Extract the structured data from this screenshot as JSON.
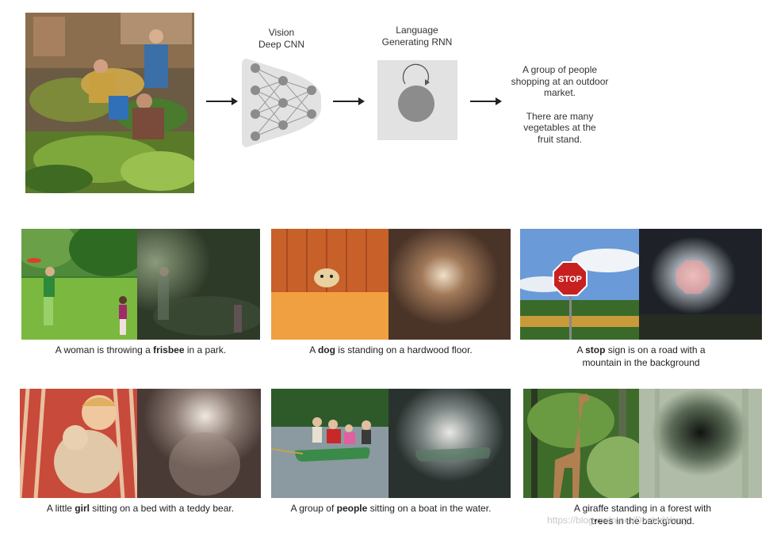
{
  "pipeline": {
    "cnn_label_line1": "Vision",
    "cnn_label_line2": "Deep CNN",
    "rnn_label_line1": "Language",
    "rnn_label_line2": "Generating RNN",
    "output_line1": "A group of people",
    "output_line2": "shopping at an outdoor",
    "output_line3": "market.",
    "output_line4": "There are many",
    "output_line5": "vegetables at the",
    "output_line6": "fruit stand."
  },
  "examples": [
    {
      "pre": "A woman is throwing a ",
      "bold": "frisbee",
      "post": " in a park.",
      "line2": ""
    },
    {
      "pre": "A ",
      "bold": "dog",
      "post": " is standing on a hardwood floor.",
      "line2": ""
    },
    {
      "pre": "A ",
      "bold": "stop",
      "post": " sign is on a road with a",
      "line2": "mountain in the background"
    },
    {
      "pre": "A little ",
      "bold": "girl",
      "post": " sitting on a bed with a teddy bear.",
      "line2": ""
    },
    {
      "pre": "A group of ",
      "bold": "people",
      "post": " sitting on a boat in the water.",
      "line2": ""
    },
    {
      "pre": "A giraffe standing in a forest with",
      "bold": "trees",
      "post": " in the background.",
      "line2": ""
    }
  ],
  "watermark": "https://blog.csdn.net/DoctorWang"
}
